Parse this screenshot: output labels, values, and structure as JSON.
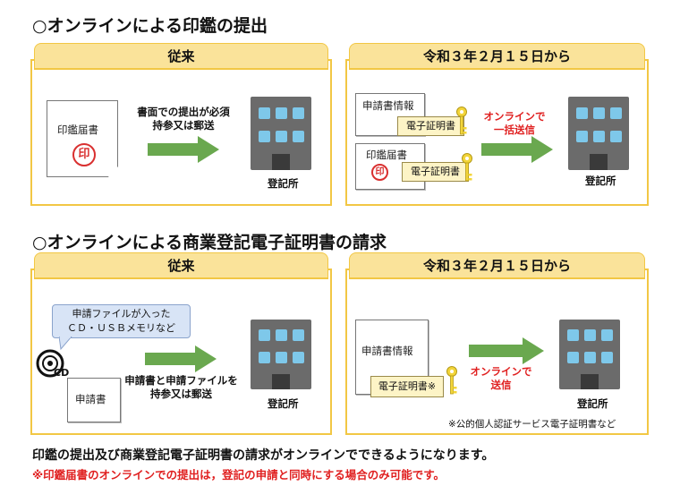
{
  "section1": {
    "title": "○オンラインによる印鑑の提出",
    "left_tab": "従来",
    "right_tab": "令和３年２月１５日から",
    "left_doc_label": "印鑑届書",
    "seal_char": "印",
    "left_arrow_text_line1": "書面での提出が必須",
    "left_arrow_text_line2": "持参又は郵送",
    "building_label_left": "登記所",
    "right_doc1_label": "申請書情報",
    "right_doc2_label": "印鑑届書",
    "cert_label_1": "電子証明書",
    "cert_label_2": "電子証明書",
    "right_arrow_text_line1": "オンラインで",
    "right_arrow_text_line2": "一括送信",
    "building_label_right": "登記所"
  },
  "section2": {
    "title": "○オンラインによる商業登記電子証明書の請求",
    "left_tab": "従来",
    "right_tab": "令和３年２月１５日から",
    "callout_line1": "申請ファイルが入った",
    "callout_line2": "ＣＤ・ＵＳＢメモリなど",
    "cd_label": "CD",
    "left_doc_label": "申請書",
    "left_arrow_text_line1": "申請書と申請ファイルを",
    "left_arrow_text_line2": "持参又は郵送",
    "building_label_left": "登記所",
    "right_doc_label": "申請書情報",
    "cert_label": "電子証明書※",
    "right_arrow_text_line1": "オンラインで",
    "right_arrow_text_line2": "送信",
    "building_label_right": "登記所",
    "footnote": "※公的個人認証サービス電子証明書など"
  },
  "footer": {
    "line1": "印鑑の提出及び商業登記電子証明書の請求がオンラインでできるようになります。",
    "line2": "※印鑑届書のオンラインでの提出は，登記の申請と同時にする場合のみ可能です。"
  },
  "colors": {
    "panel_border": "#f2c744",
    "tab_fill": "#fae39a",
    "arrow_green": "#6aa84f",
    "accent_red": "#e02020",
    "building_gray": "#6b6b6b",
    "window_blue": "#7ec8ea"
  }
}
